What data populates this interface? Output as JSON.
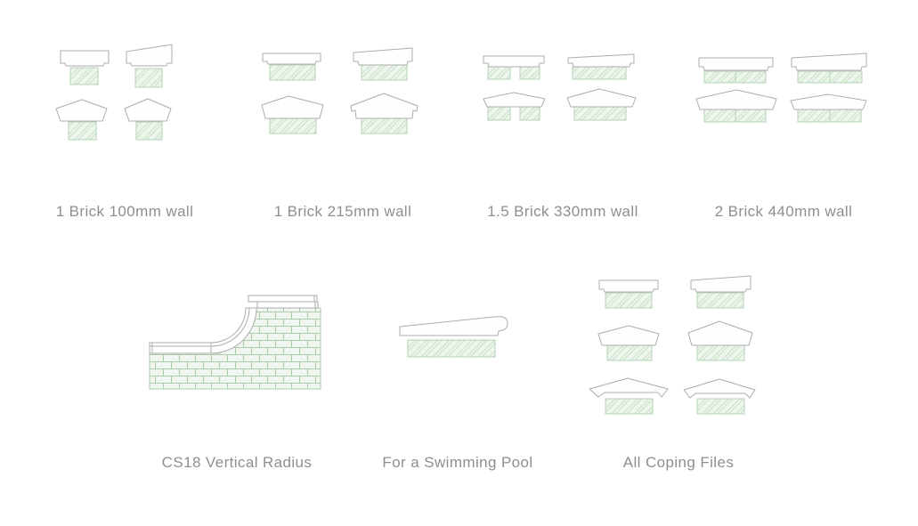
{
  "colors": {
    "background": "#ffffff",
    "label_text": "#8f8f8f",
    "coping_outline": "#adadad",
    "wall_fill": "#eef5ec",
    "wall_hatch": "#c8e0c8",
    "wall_border": "#b6d3b6",
    "brick_line": "#a9cfa9",
    "brick_fill": "#f1f7f0"
  },
  "figures": [
    {
      "label": "1 Brick 100mm wall",
      "profiles": [
        "flat",
        "splayed",
        "apex",
        "apex"
      ]
    },
    {
      "label": "1 Brick 215mm wall",
      "profiles": [
        "flat",
        "splayed",
        "shallow-apex",
        "apex"
      ]
    },
    {
      "label": "1.5 Brick 330mm wall",
      "profiles": [
        "flat",
        "splayed",
        "shallow-apex",
        "apex"
      ]
    },
    {
      "label": "2 Brick 440mm wall",
      "profiles": [
        "flat",
        "splayed",
        "apex",
        "apex"
      ]
    },
    {
      "label": "CS18 Vertical Radius",
      "profiles": [
        "vertical-radius-coping-on-brick-wall"
      ]
    },
    {
      "label": "For a Swimming Pool",
      "profiles": [
        "bullnose-pool-coping"
      ]
    },
    {
      "label": "All Coping Files",
      "profiles": [
        "flat",
        "splayed",
        "shallow-apex",
        "apex",
        "wide-apex-drip",
        "wide-apex-drip"
      ]
    }
  ]
}
